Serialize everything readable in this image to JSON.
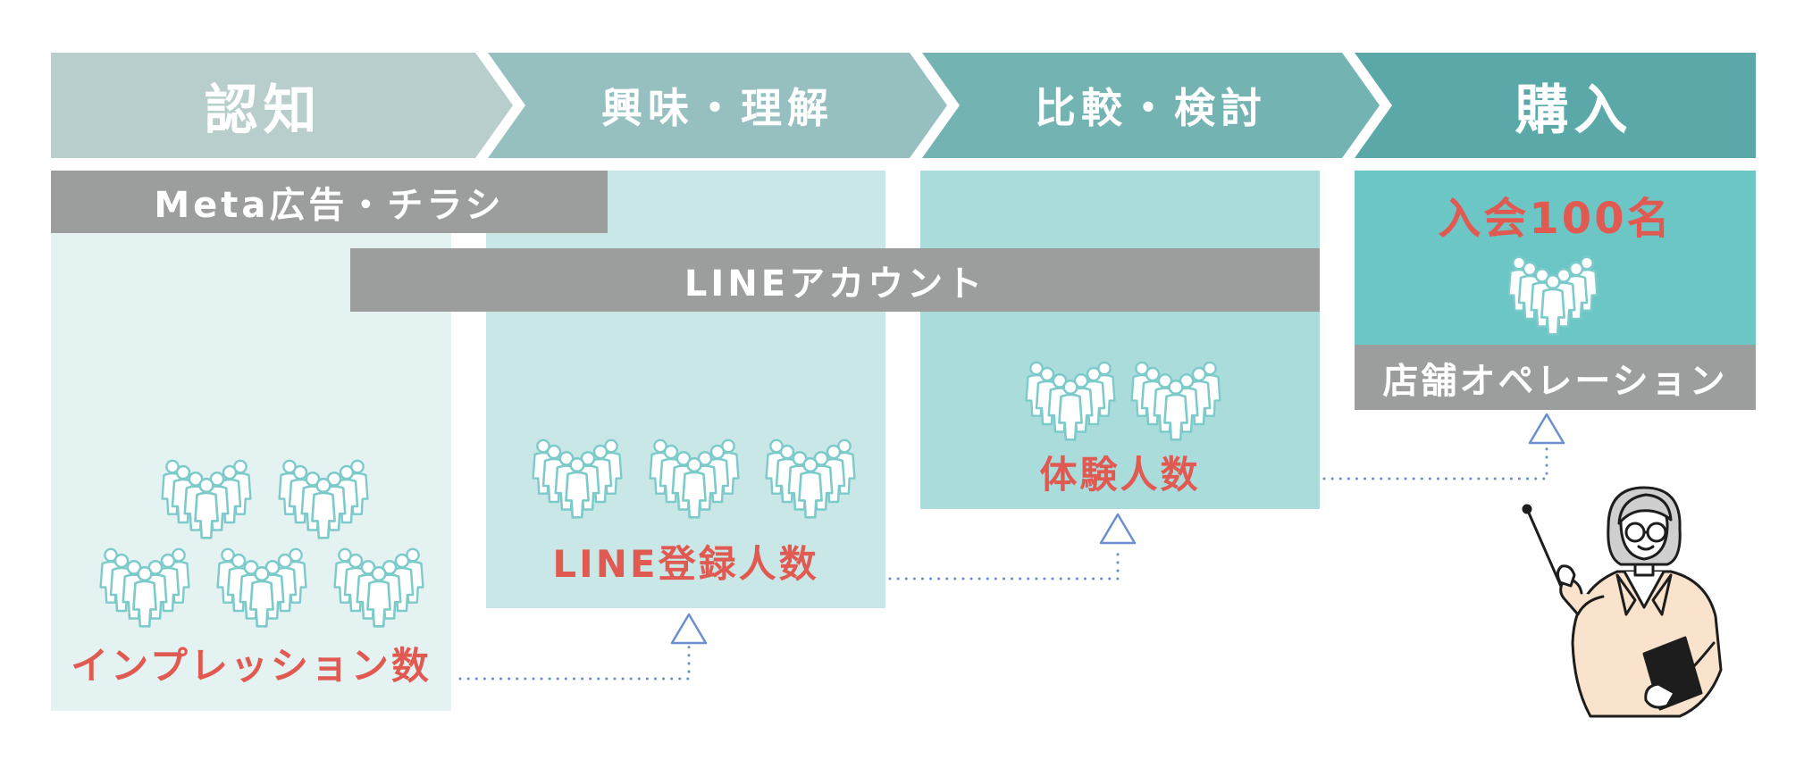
{
  "stages": [
    {
      "label": "認知",
      "color": "#b8cecd"
    },
    {
      "label": "興味・理解",
      "color": "#95c0bf"
    },
    {
      "label": "比較・検討",
      "color": "#73b4b3"
    },
    {
      "label": "購入",
      "color": "#5aa9a8"
    }
  ],
  "channels": {
    "meta_ads": "Meta広告・チラシ",
    "line_account": "LINEアカウント",
    "store_operation": "店舗オペレーション"
  },
  "metrics": {
    "impressions": "インプレッション数",
    "line_signups": "LINE登録人数",
    "trial_count": "体験人数",
    "enrollment": "入会100名"
  },
  "colors": {
    "col_awareness": "#e4f2f2",
    "col_interest": "#c8e7e6",
    "col_compare": "#abdcdc",
    "col_purchase": "#6cc6c5",
    "bar_gray": "#9c9d9d",
    "metric_red": "#e15a52",
    "people_stroke": "#7ccbca",
    "arrow_blue": "#6b8fcf"
  },
  "icons": [
    "people-group-icon",
    "triangle-arrow-icon",
    "presenter-illustration"
  ]
}
